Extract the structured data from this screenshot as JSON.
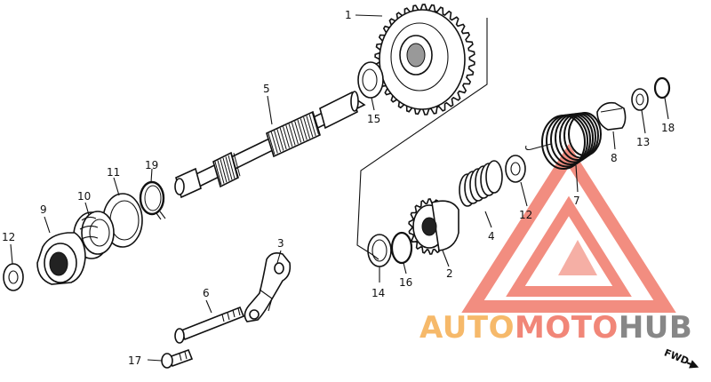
{
  "diagram": {
    "callouts": [
      {
        "id": "c1",
        "label": "1"
      },
      {
        "id": "c2",
        "label": "2"
      },
      {
        "id": "c3",
        "label": "3"
      },
      {
        "id": "c4",
        "label": "4"
      },
      {
        "id": "c5",
        "label": "5"
      },
      {
        "id": "c6",
        "label": "6"
      },
      {
        "id": "c7",
        "label": "7"
      },
      {
        "id": "c8",
        "label": "8"
      },
      {
        "id": "c9",
        "label": "9"
      },
      {
        "id": "c10",
        "label": "10"
      },
      {
        "id": "c11",
        "label": "11"
      },
      {
        "id": "c12a",
        "label": "12"
      },
      {
        "id": "c12b",
        "label": "12"
      },
      {
        "id": "c13",
        "label": "13"
      },
      {
        "id": "c14",
        "label": "14"
      },
      {
        "id": "c15",
        "label": "15"
      },
      {
        "id": "c16",
        "label": "16"
      },
      {
        "id": "c17",
        "label": "17"
      },
      {
        "id": "c18",
        "label": "18"
      },
      {
        "id": "c19",
        "label": "19"
      }
    ],
    "direction_label": "FWD"
  },
  "watermark": {
    "part1": "AUTO",
    "part2": "MOTO",
    "part3": "HUB",
    "colors": {
      "auto": "#f6b25a",
      "moto": "#f07a6a",
      "hub": "#7b7b7b",
      "triangle": "#f07a6a"
    }
  }
}
